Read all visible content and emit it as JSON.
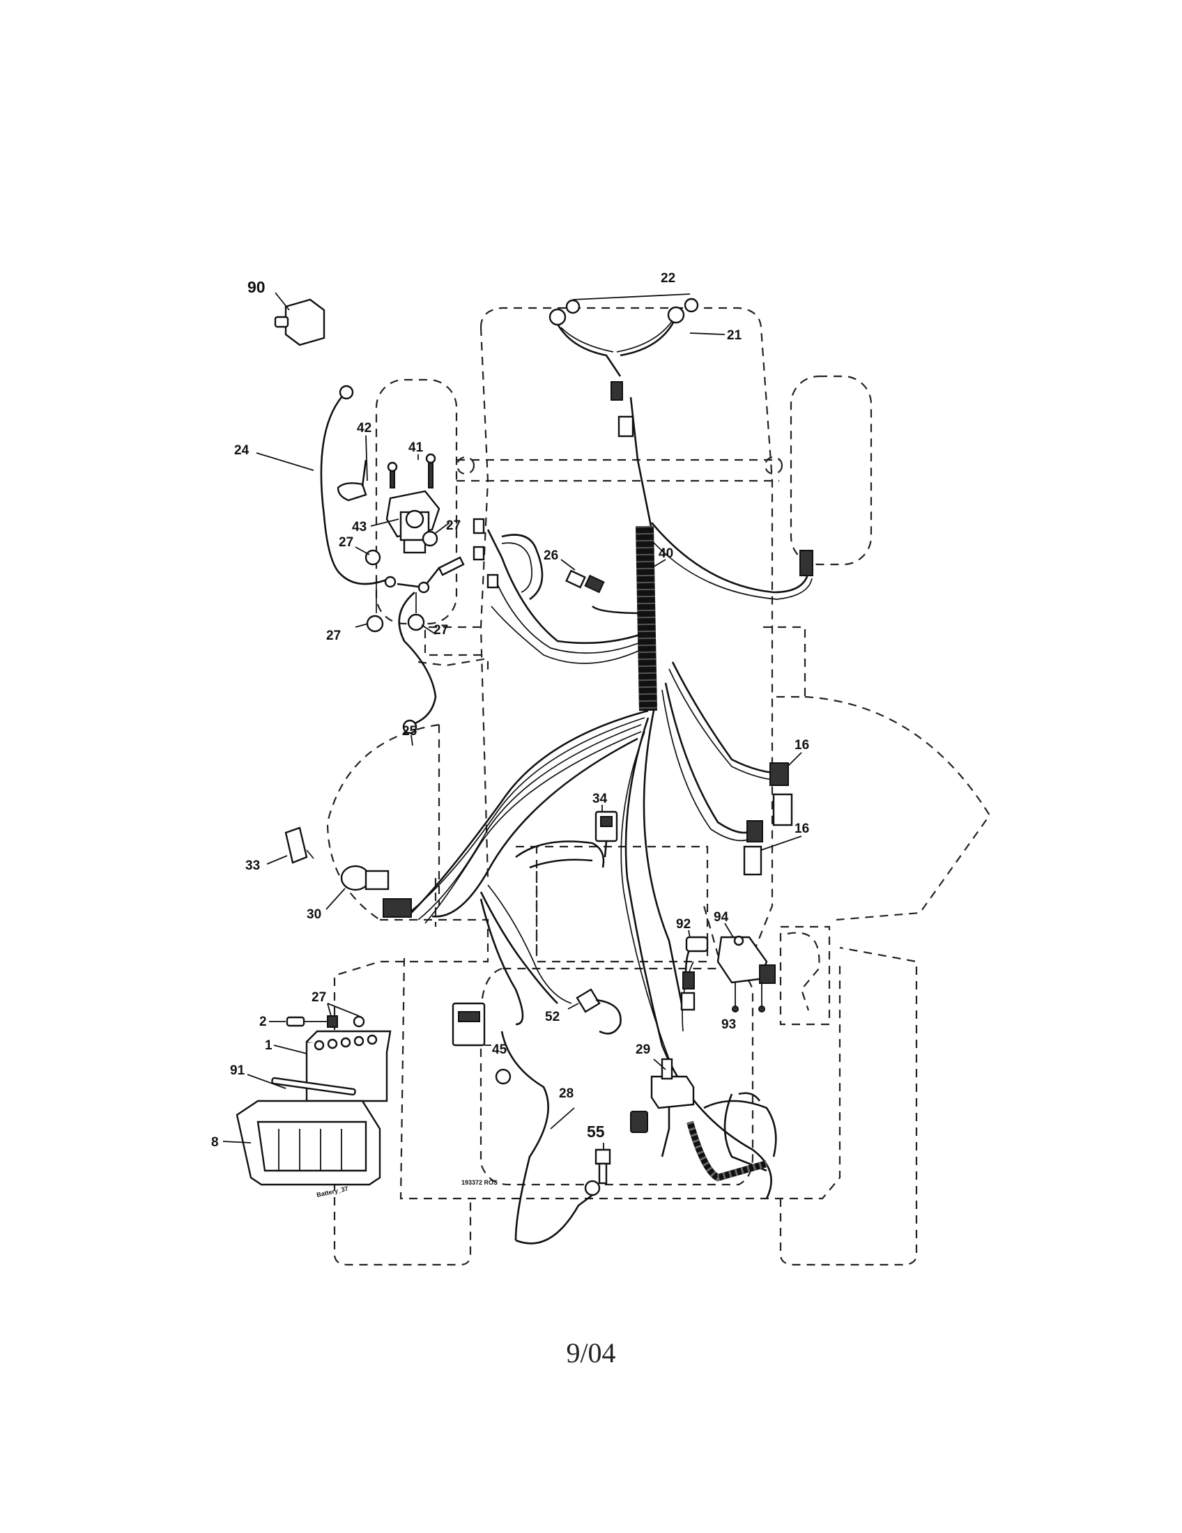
{
  "callouts": {
    "c90": "90",
    "c22": "22",
    "c21": "21",
    "c24": "24",
    "c42": "42",
    "c41": "41",
    "c43": "43",
    "c27a": "27",
    "c27b": "27",
    "c27c": "27",
    "c27d": "27",
    "c27e": "27",
    "c26": "26",
    "c40": "40",
    "c25": "25",
    "c16a": "16",
    "c16b": "16",
    "c34": "34",
    "c33": "33",
    "c30": "30",
    "c92": "92",
    "c94": "94",
    "c93": "93",
    "c2": "2",
    "c1": "1",
    "c91": "91",
    "c8": "8",
    "c45": "45",
    "c52": "52",
    "c29": "29",
    "c28": "28",
    "c55": "55"
  },
  "stamps": {
    "drawing_number": "193372 ROS",
    "battery_label": "Battery_37"
  },
  "footer": {
    "date": "9/04"
  }
}
